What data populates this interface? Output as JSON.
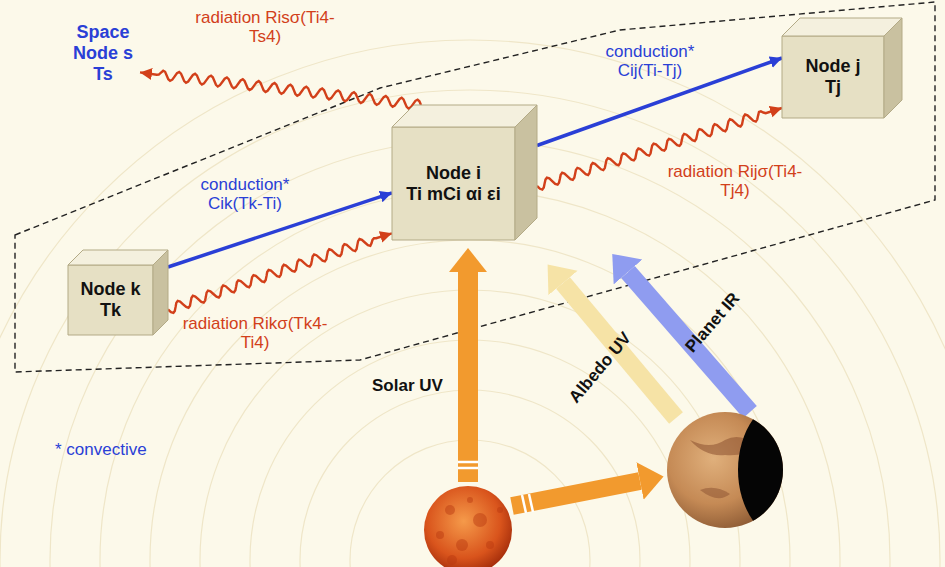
{
  "diagram": {
    "nodes": [
      {
        "text": [
          "Space Node s",
          "Ts"
        ]
      },
      {
        "text": [
          "Node k",
          "Tk"
        ]
      },
      {
        "text": [
          "Node i",
          "Ti mCi αi εi"
        ]
      },
      {
        "text": [
          "Node j",
          "Tj"
        ]
      }
    ],
    "edges": [
      {
        "from": 2,
        "to": 0,
        "arrow": "to",
        "label": "radiation Risσ(Ti4-Ts4)"
      },
      {
        "from": 1,
        "to": 2,
        "arrow": "to",
        "label": "conduction* Cik(Tk-Ti)"
      },
      {
        "from": 1,
        "to": 2,
        "arrow": "to",
        "label": "radiation Rikσ(Tk4-Ti4)"
      },
      {
        "from": 2,
        "to": 3,
        "arrow": "to",
        "label": "conduction* Cij(Ti-Tj)"
      },
      {
        "from": 2,
        "to": 3,
        "arrow": "to",
        "label": "radiation Rijσ(Ti4-Tj4)"
      }
    ],
    "labels": [
      "Solar UV",
      "Albedo UV",
      "Planet IR",
      "* convective"
    ]
  }
}
